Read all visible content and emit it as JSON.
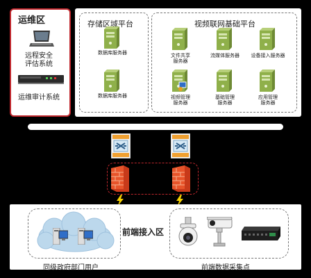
{
  "ops_zone": {
    "title": "运维区",
    "remote_system": "远程安全\n评估系统",
    "audit_system": "运维审计系统"
  },
  "storage_zone": {
    "title": "存储区域平台",
    "servers": [
      "数据库服务器",
      "数据库服务器"
    ]
  },
  "video_zone": {
    "title": "视频联网基础平台",
    "servers": [
      "文件共享\n服务器",
      "流媒体服务器",
      "设备接入服务器",
      "视频管理\n服务器",
      "基础管理\n服务器",
      "应用管理\n服务器"
    ]
  },
  "front_zone": {
    "title": "前端接入区",
    "left_label": "同级政府部门用户",
    "right_label": "前端数据采集点"
  },
  "colors": {
    "ops_border": "#c0272d",
    "firewall_dash": "#c0272d",
    "server_green": "#8fb04a",
    "switch_orange": "#f0a030",
    "firewall_red": "#e8542a",
    "cloud_blue": "#bcd8ec"
  }
}
